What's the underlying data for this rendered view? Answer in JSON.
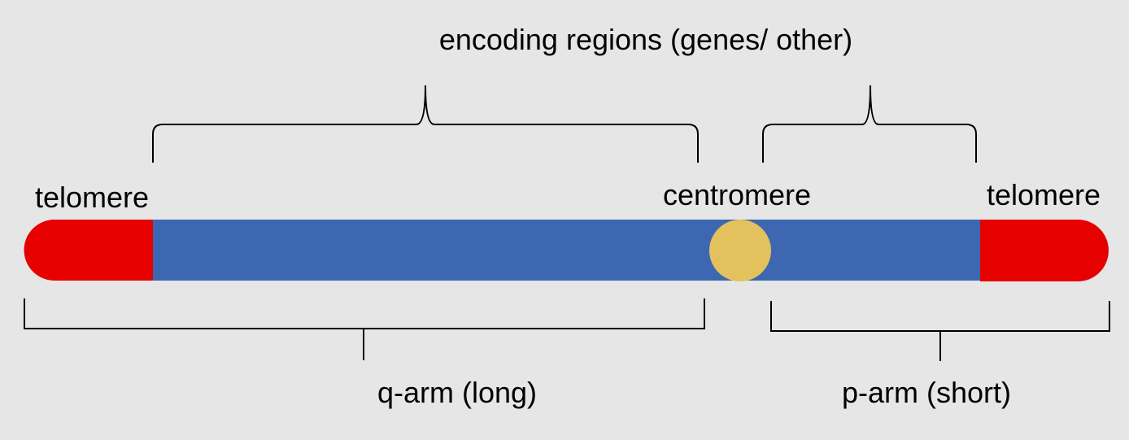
{
  "labels": {
    "encoding_regions": "encoding regions (genes/ other)",
    "telomere_left": "telomere",
    "centromere": "centromere",
    "telomere_right": "telomere",
    "q_arm": "q-arm (long)",
    "p_arm": "p-arm (short)"
  },
  "colors": {
    "background": "#e6e6e6",
    "chromosome_body": "#3d67b0",
    "telomere": "#e60000",
    "centromere": "#e3c25d",
    "bracket": "#000000"
  }
}
